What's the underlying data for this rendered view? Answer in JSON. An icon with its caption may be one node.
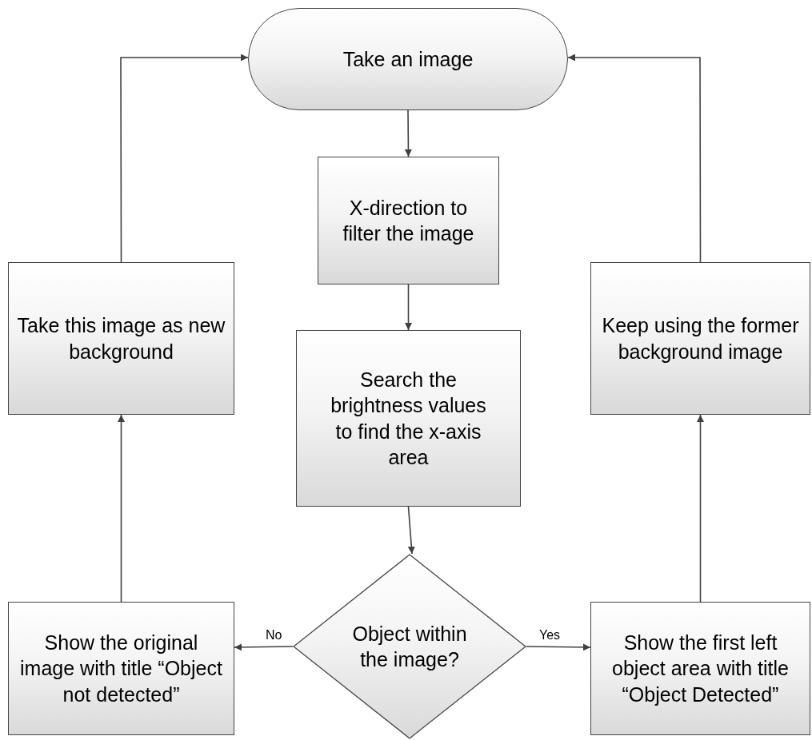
{
  "diagram": {
    "nodes": [
      {
        "text": [
          "Take an image"
        ]
      },
      {
        "text": [
          "X-direction to filter the image"
        ]
      },
      {
        "text": [
          "Search the brightness values to find the x-axis area"
        ]
      },
      {
        "text": [
          "Object within the image?"
        ]
      },
      {
        "text": [
          "Show the original image with title “Object not detected”"
        ]
      },
      {
        "text": [
          "Show the first left object area with title “Object Detected”"
        ]
      },
      {
        "text": [
          "Take this image as new background"
        ]
      },
      {
        "text": [
          "Keep using the former background image"
        ]
      }
    ],
    "edges": [
      {
        "from": 0,
        "to": 1,
        "arrow": "to"
      },
      {
        "from": 1,
        "to": 2,
        "arrow": "to"
      },
      {
        "from": 2,
        "to": 3,
        "arrow": "to"
      },
      {
        "from": 3,
        "to": 4,
        "arrow": "to",
        "label": "No"
      },
      {
        "from": 3,
        "to": 5,
        "arrow": "to",
        "label": "Yes"
      },
      {
        "from": 4,
        "to": 6,
        "arrow": "to"
      },
      {
        "from": 5,
        "to": 7,
        "arrow": "to"
      },
      {
        "from": 6,
        "to": 0,
        "arrow": "to"
      },
      {
        "from": 7,
        "to": 0,
        "arrow": "to"
      }
    ]
  }
}
